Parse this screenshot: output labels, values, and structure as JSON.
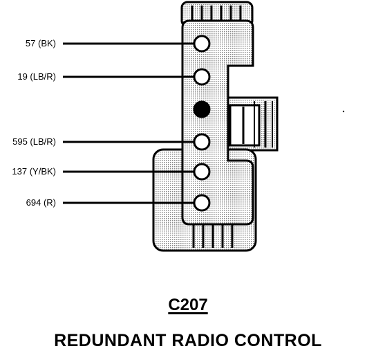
{
  "connector": {
    "id": "C207",
    "name": "REDUNDANT RADIO CONTROL"
  },
  "pins": [
    {
      "label": "57 (BK)",
      "state": "wired"
    },
    {
      "label": "19 (LB/R)",
      "state": "wired"
    },
    {
      "label": "",
      "state": "plugged"
    },
    {
      "label": "595 (LB/R)",
      "state": "wired"
    },
    {
      "label": "137 (Y/BK)",
      "state": "wired"
    },
    {
      "label": "694 (R)",
      "state": "wired"
    }
  ],
  "colors": {
    "ink": "#000000",
    "shade": "#c8c8c8",
    "background": "#ffffff"
  }
}
